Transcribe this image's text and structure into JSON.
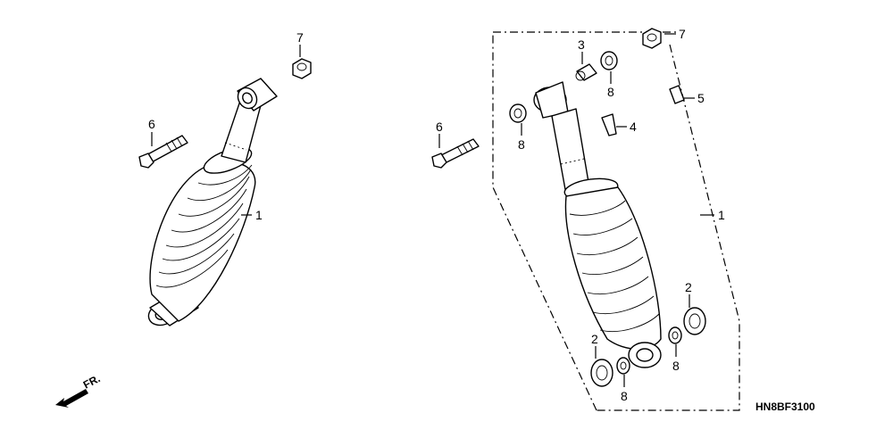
{
  "callouts": {
    "left_shock": "1",
    "left_bolt": "6",
    "left_nut": "7",
    "right_shock": "1",
    "right_bolt": "6",
    "right_nut": "7",
    "collar": "3",
    "bearing_top_left": "8",
    "bearing_top_right": "8",
    "clip_4": "4",
    "clip_5": "5",
    "seal_bottom_left": "2",
    "seal_bottom_right": "2",
    "bearing_bottom_left": "8",
    "bearing_bottom_right": "8"
  },
  "diagram_code": "HN8BF3100",
  "front_indicator": "FR."
}
